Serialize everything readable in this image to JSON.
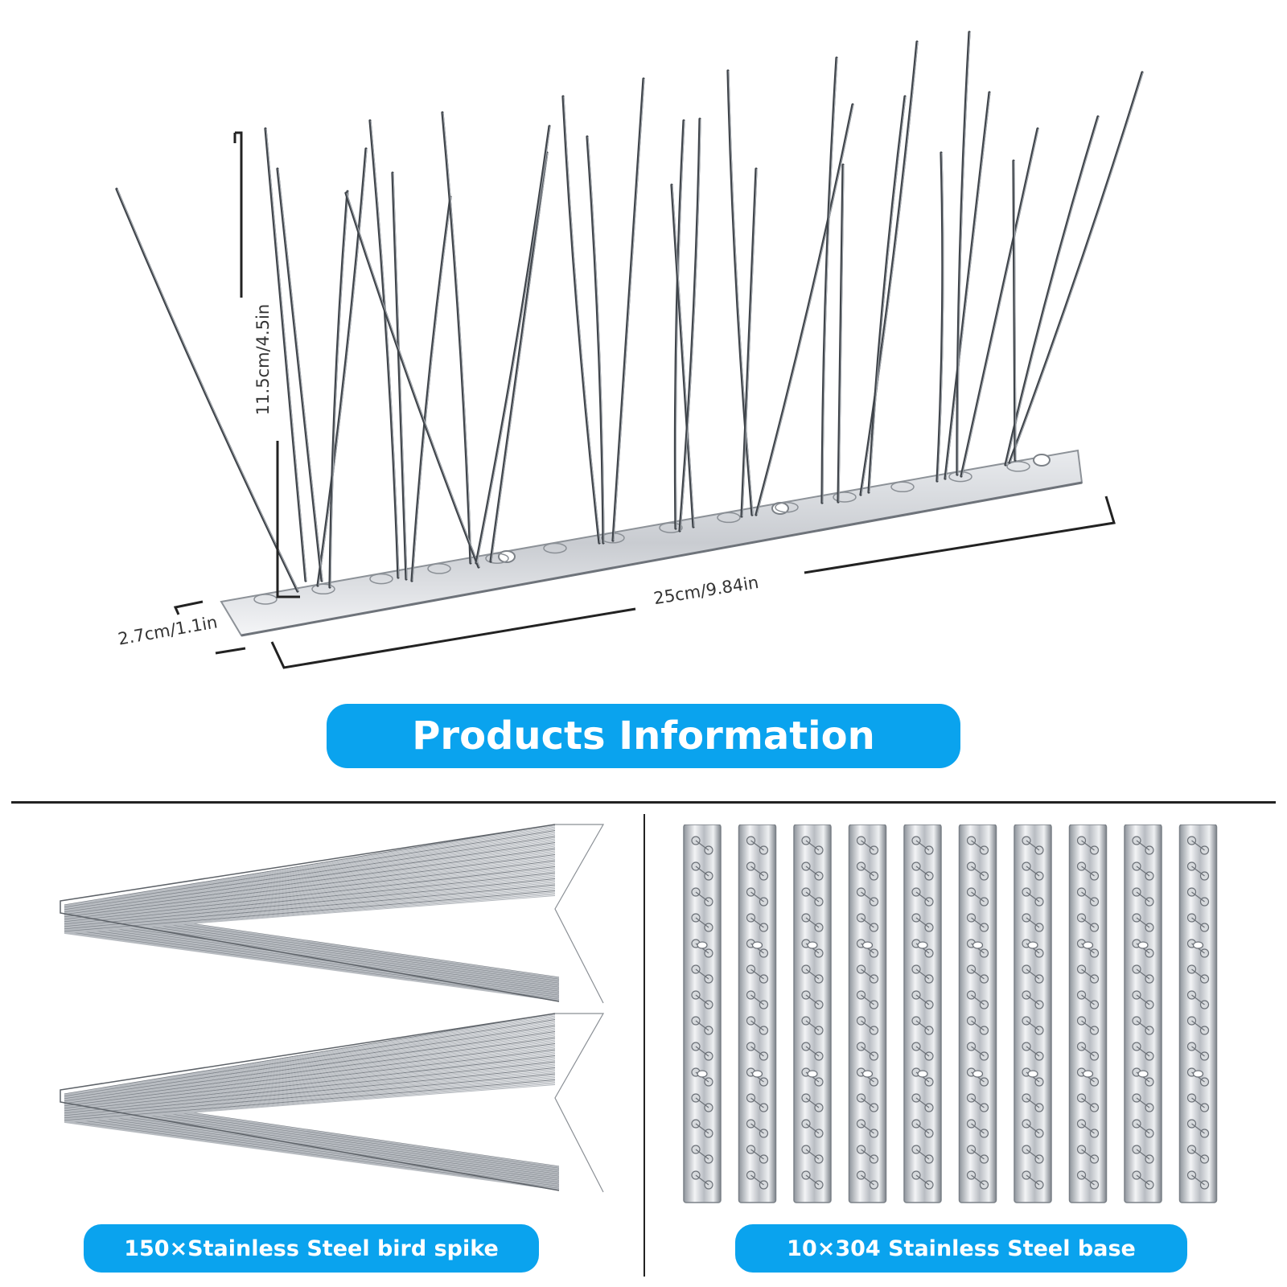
{
  "dimensions": {
    "height_label": "11.5cm/4.5in",
    "length_label": "25cm/9.84in",
    "width_label": "2.7cm/1.1in"
  },
  "headline": "Products Information",
  "spike_caption": "150×Stainless Steel bird spike",
  "base_caption": "10×304 Stainless Steel base",
  "colors": {
    "accent": "#0aa3ee",
    "steel": "#9aa0a6",
    "steel_dark": "#4a4f55",
    "divider": "#222222"
  }
}
